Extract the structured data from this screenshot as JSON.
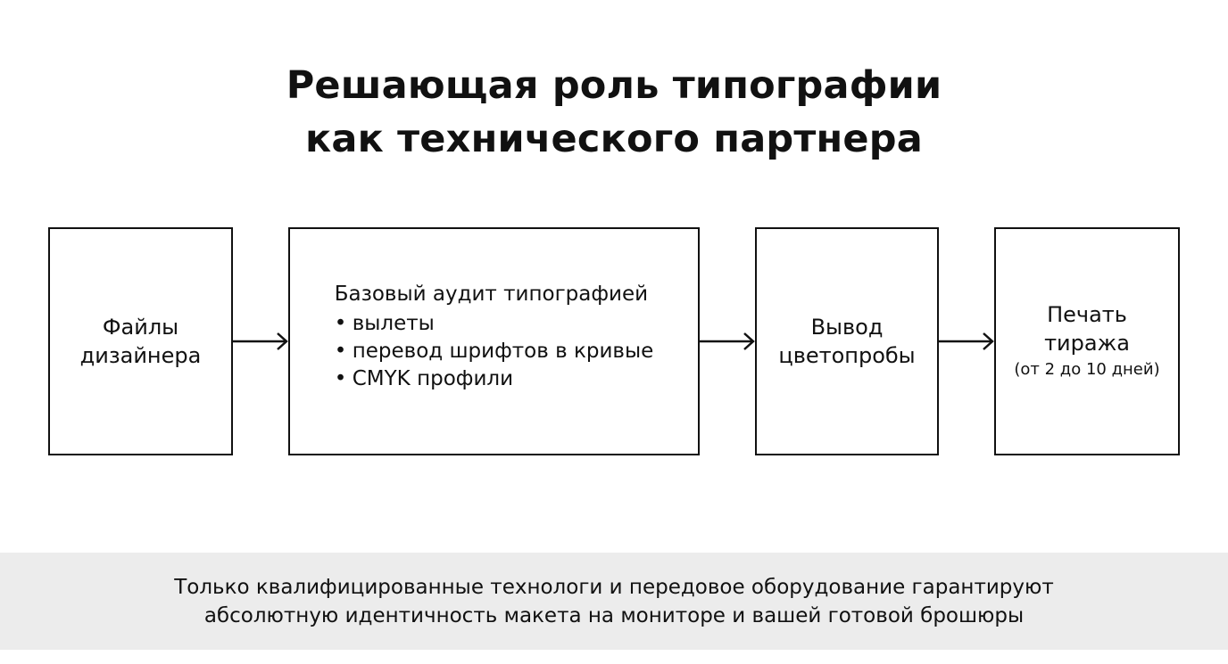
{
  "title": {
    "line1": "Решающая роль типографии",
    "line2": "как технического партнера"
  },
  "steps": {
    "files": {
      "line1": "Файлы",
      "line2": "дизайнера"
    },
    "audit": {
      "heading": "Базовый аудит типографией",
      "bullets": [
        "вылеты",
        "перевод шрифтов в кривые",
        "CMYK профили"
      ]
    },
    "proof": {
      "line1": "Вывод",
      "line2": "цветопробы"
    },
    "print": {
      "line1": "Печать",
      "line2": "тиража",
      "note": "(от 2 до 10 дней)"
    }
  },
  "footer": {
    "line1": "Только квалифицированные технологи и передовое оборудование гарантируют",
    "line2": "абсолютную идентичность макета на мониторе и вашей готовой брошюры"
  }
}
